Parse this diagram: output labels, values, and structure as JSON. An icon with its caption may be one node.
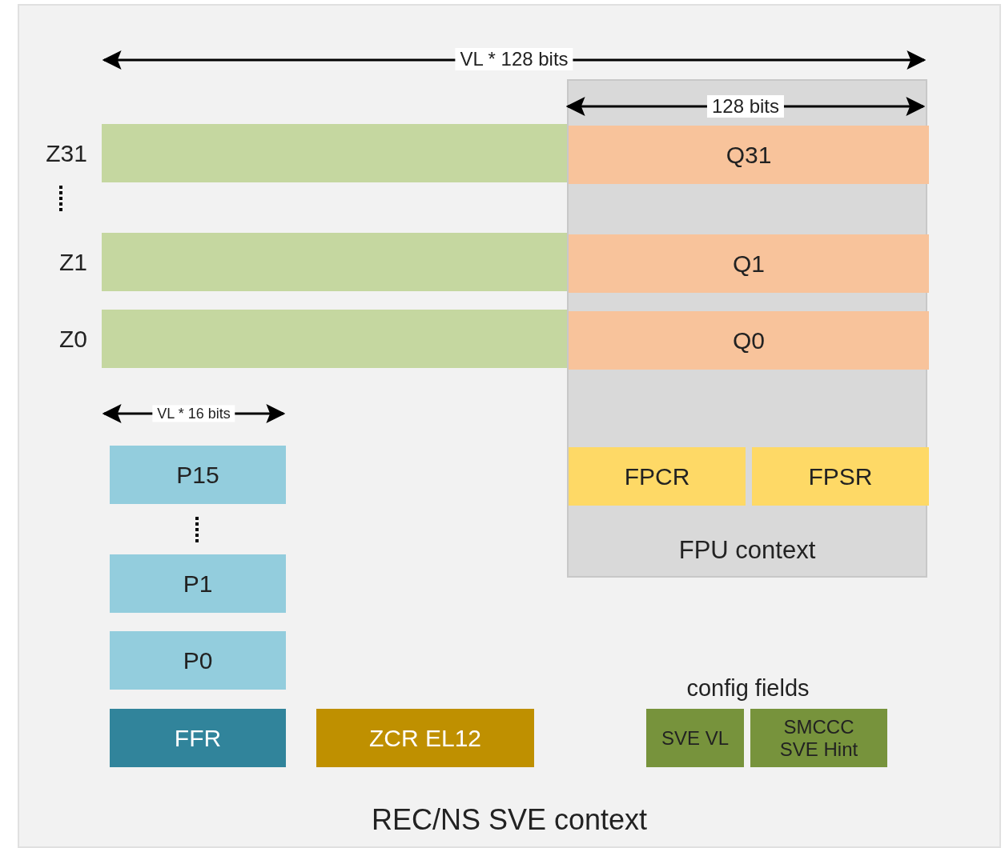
{
  "diagram": {
    "nodes": [
      {
        "text": [
          "REC/NS SVE context"
        ]
      },
      {
        "text": [
          "FPU context"
        ],
        "in": 0
      },
      {
        "text": [
          "Z31"
        ],
        "in": 0
      },
      {
        "text": [
          "Q31"
        ],
        "in": 1
      },
      {
        "text": [
          "Z1"
        ],
        "in": 0
      },
      {
        "text": [
          "Q1"
        ],
        "in": 1
      },
      {
        "text": [
          "Z0"
        ],
        "in": 0
      },
      {
        "text": [
          "Q0"
        ],
        "in": 1
      },
      {
        "text": [
          "FPCR"
        ],
        "in": 1
      },
      {
        "text": [
          "FPSR"
        ],
        "in": 1
      },
      {
        "text": [
          "P15"
        ],
        "in": 0
      },
      {
        "text": [
          "P1"
        ],
        "in": 0
      },
      {
        "text": [
          "P0"
        ],
        "in": 0
      },
      {
        "text": [
          "FFR"
        ],
        "in": 0
      },
      {
        "text": [
          "ZCR EL12"
        ],
        "in": 0
      },
      {
        "text": [
          "SVE VL"
        ],
        "in": 0
      },
      {
        "text": [
          "SMCCC SVE Hint"
        ],
        "in": 0
      }
    ],
    "edges": [],
    "labels": [
      "VL * 128 bits",
      "128 bits",
      "VL * 16 bits",
      "config fields"
    ]
  }
}
